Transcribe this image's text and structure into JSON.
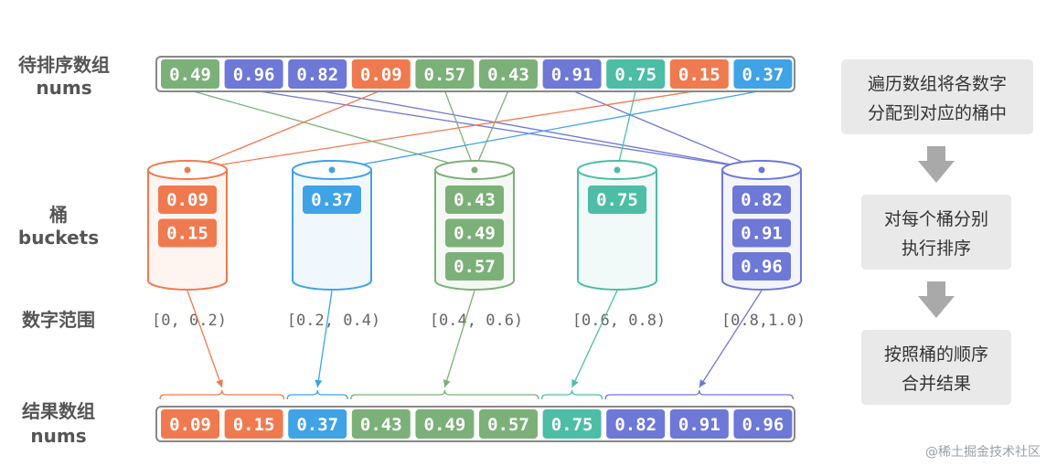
{
  "labels": {
    "input_line1": "待排序数组",
    "input_line2": "nums",
    "bucket_line1": "桶",
    "bucket_line2": "buckets",
    "range_label": "数字范围",
    "result_line1": "结果数组",
    "result_line2": "nums"
  },
  "input_values": [
    "0.49",
    "0.96",
    "0.82",
    "0.09",
    "0.57",
    "0.43",
    "0.91",
    "0.75",
    "0.15",
    "0.37"
  ],
  "buckets": [
    {
      "range": "[0, 0.2)",
      "values": [
        "0.09",
        "0.15"
      ],
      "color": "#f07a4f"
    },
    {
      "range": "[0.2, 0.4)",
      "values": [
        "0.37"
      ],
      "color": "#3fa3e6"
    },
    {
      "range": "[0.4, 0.6)",
      "values": [
        "0.43",
        "0.49",
        "0.57"
      ],
      "color": "#7cb079"
    },
    {
      "range": "[0.6, 0.8)",
      "values": [
        "0.75"
      ],
      "color": "#4dbda6"
    },
    {
      "range": "[0.8,1.0)",
      "values": [
        "0.82",
        "0.91",
        "0.96"
      ],
      "color": "#6e78d6"
    }
  ],
  "result_values": [
    "0.09",
    "0.15",
    "0.37",
    "0.43",
    "0.49",
    "0.57",
    "0.75",
    "0.82",
    "0.91",
    "0.96"
  ],
  "steps": [
    {
      "line1": "遍历数组将各数字",
      "line2": "分配到对应的桶中"
    },
    {
      "line1": "对每个桶分别",
      "line2": "执行排序"
    },
    {
      "line1": "按照桶的顺序",
      "line2": "合并结果"
    }
  ],
  "watermark": "@稀土掘金技术社区"
}
